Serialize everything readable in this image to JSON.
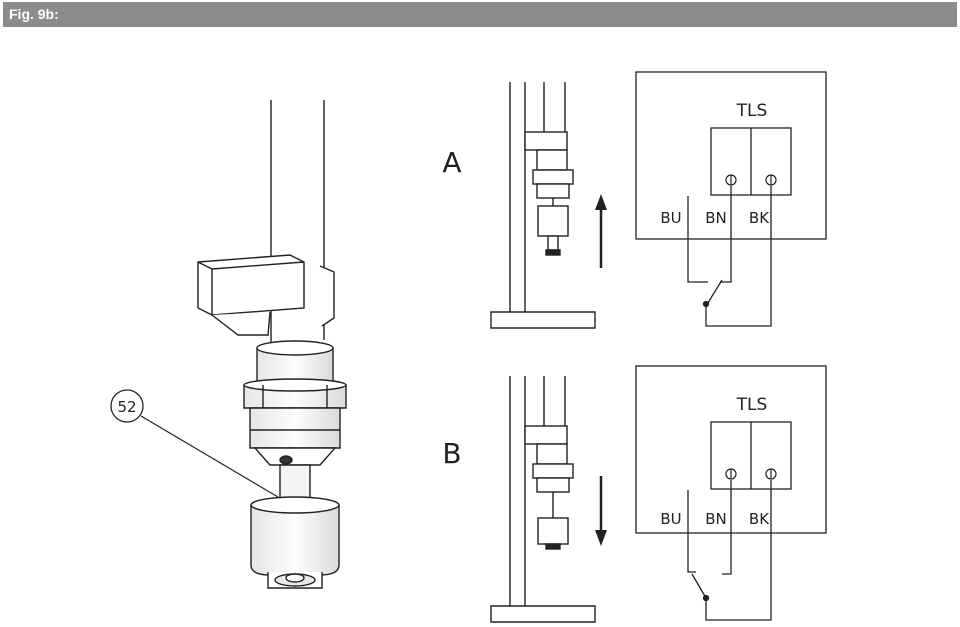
{
  "figure": {
    "title": "Fig. 9b:"
  },
  "callout": {
    "number": "52"
  },
  "panel_a": {
    "letter": "A",
    "box_title": "TLS",
    "wires": [
      "BU",
      "BN",
      "BK"
    ]
  },
  "panel_b": {
    "letter": "B",
    "box_title": "TLS",
    "wires": [
      "BU",
      "BN",
      "BK"
    ]
  },
  "colors": {
    "header_bg": "#8c8c8c",
    "line": "#222222"
  }
}
